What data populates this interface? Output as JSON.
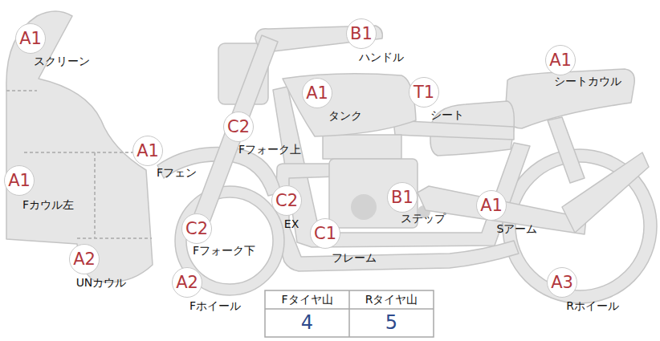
{
  "diagram": {
    "nodes": [
      {
        "text": [
          "A1",
          "スクリーン"
        ]
      },
      {
        "text": [
          "B1",
          "ハンドル"
        ]
      },
      {
        "text": [
          "A1",
          "シートカウル"
        ]
      },
      {
        "text": [
          "A1",
          "タンク"
        ]
      },
      {
        "text": [
          "T1",
          "シート"
        ]
      },
      {
        "text": [
          "C2",
          "Fフォーク上"
        ]
      },
      {
        "text": [
          "A1",
          "Fフェン"
        ]
      },
      {
        "text": [
          "A1",
          "Fカウル左"
        ]
      },
      {
        "text": [
          "C2",
          "EX"
        ]
      },
      {
        "text": [
          "B1",
          "ステップ"
        ]
      },
      {
        "text": [
          "A1",
          "Sアーム"
        ]
      },
      {
        "text": [
          "C2",
          "Fフォーク下"
        ]
      },
      {
        "text": [
          "C1",
          "フレーム"
        ]
      },
      {
        "text": [
          "A2",
          "UNカウル"
        ]
      },
      {
        "text": [
          "A2",
          "Fホイール"
        ]
      },
      {
        "text": [
          "A3",
          "Rホイール"
        ]
      }
    ],
    "labels": [
      "Fタイヤ山",
      "Rタイヤ山",
      "4",
      "5"
    ]
  }
}
